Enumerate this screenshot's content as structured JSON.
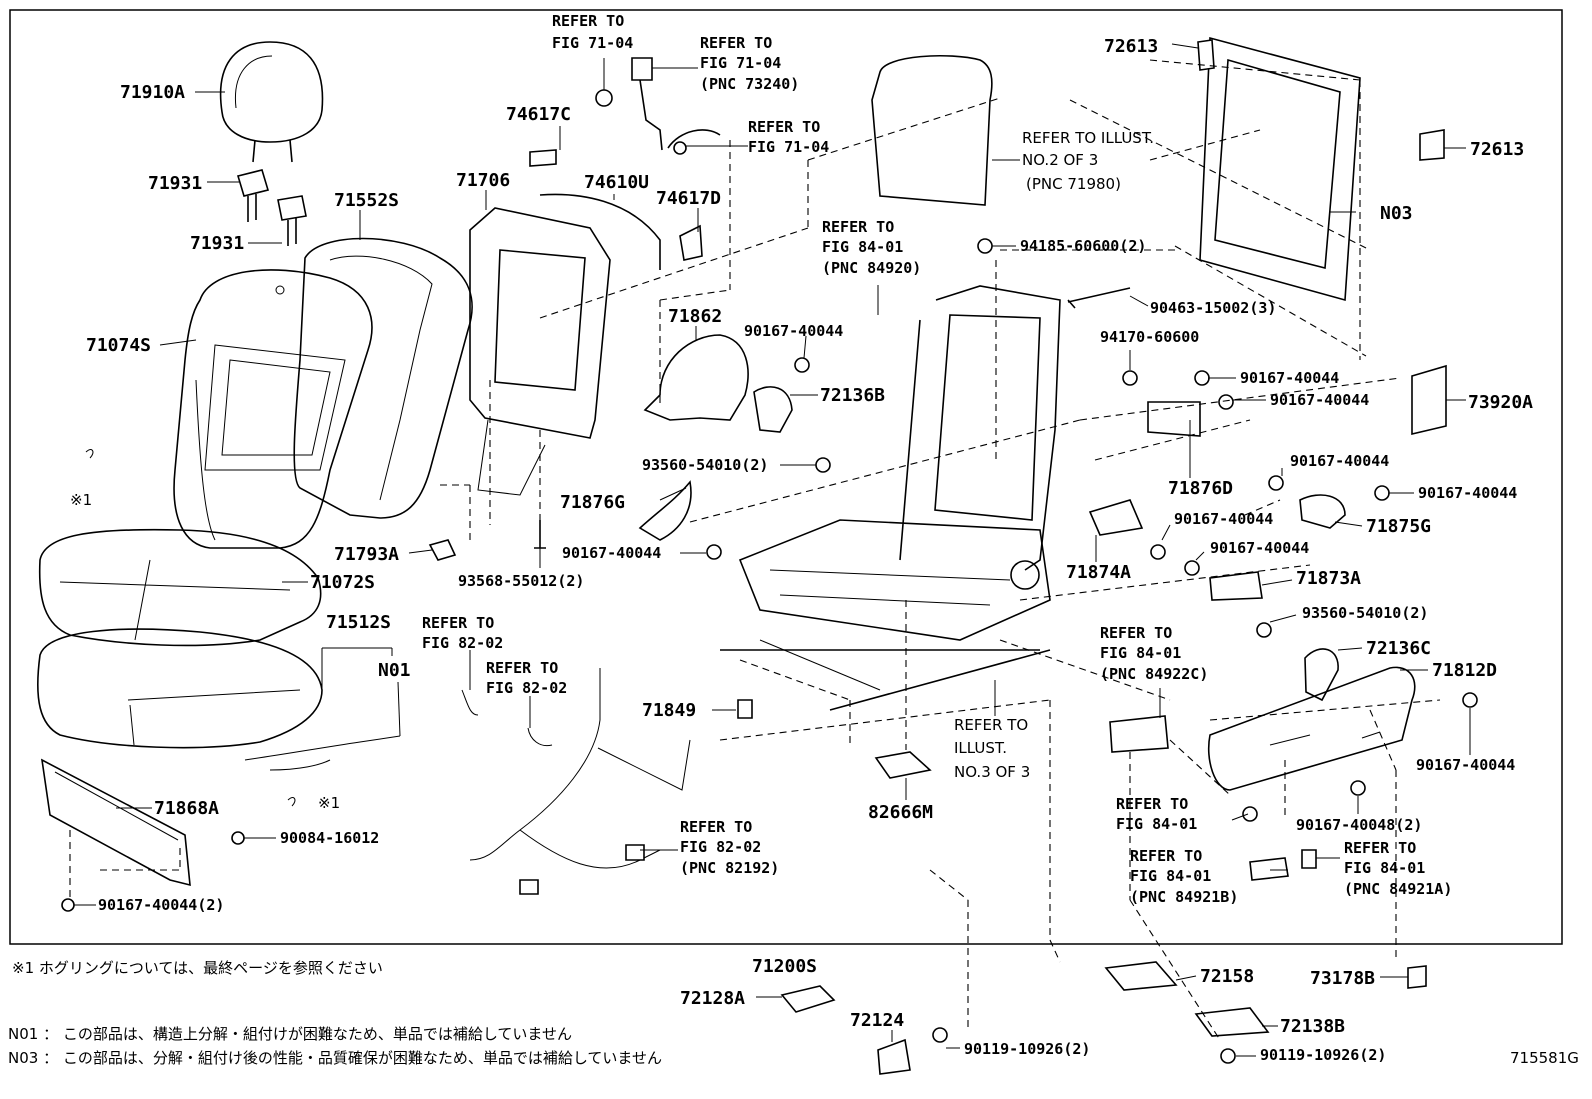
{
  "diagram_id": "715581G",
  "callouts": [
    {
      "name": "71910A",
      "text": "71910A"
    },
    {
      "name": "71931-a",
      "text": "71931"
    },
    {
      "name": "71931-b",
      "text": "71931"
    },
    {
      "name": "71074S",
      "text": "71074S"
    },
    {
      "name": "71552S",
      "text": "71552S"
    },
    {
      "name": "71706",
      "text": "71706"
    },
    {
      "name": "74617C",
      "text": "74617C"
    },
    {
      "name": "74610U",
      "text": "74610U"
    },
    {
      "name": "74617D",
      "text": "74617D"
    },
    {
      "name": "71862",
      "text": "71862"
    },
    {
      "name": "90167-40044-a",
      "text": "90167-40044"
    },
    {
      "name": "72136B",
      "text": "72136B"
    },
    {
      "name": "93560-54010-a",
      "text": "93560-54010(2)"
    },
    {
      "name": "71876G",
      "text": "71876G"
    },
    {
      "name": "90167-40044-b",
      "text": "90167-40044"
    },
    {
      "name": "71793A",
      "text": "71793A"
    },
    {
      "name": "93568-55012",
      "text": "93568-55012(2)"
    },
    {
      "name": "71072S",
      "text": "71072S"
    },
    {
      "name": "71512S",
      "text": "71512S"
    },
    {
      "name": "N01",
      "text": "N01"
    },
    {
      "name": "71868A",
      "text": "71868A"
    },
    {
      "name": "90084-16012",
      "text": "90084-16012"
    },
    {
      "name": "90167-40044-c",
      "text": "90167-40044(2)"
    },
    {
      "name": "71849",
      "text": "71849"
    },
    {
      "name": "82666M",
      "text": "82666M"
    },
    {
      "name": "71200S",
      "text": "71200S"
    },
    {
      "name": "72128A",
      "text": "72128A"
    },
    {
      "name": "72124",
      "text": "72124"
    },
    {
      "name": "90119-10926-a",
      "text": "90119-10926(2)"
    },
    {
      "name": "72613-a",
      "text": "72613"
    },
    {
      "name": "72613-b",
      "text": "72613"
    },
    {
      "name": "N03",
      "text": "N03"
    },
    {
      "name": "94185-60600",
      "text": "94185-60600(2)"
    },
    {
      "name": "90463-15002",
      "text": "90463-15002(3)"
    },
    {
      "name": "94170-60600",
      "text": "94170-60600"
    },
    {
      "name": "90167-40044-d",
      "text": "90167-40044"
    },
    {
      "name": "90167-40044-e",
      "text": "90167-40044"
    },
    {
      "name": "73920A",
      "text": "73920A"
    },
    {
      "name": "71876D",
      "text": "71876D"
    },
    {
      "name": "90167-40044-f",
      "text": "90167-40044"
    },
    {
      "name": "90167-40044-g",
      "text": "90167-40044"
    },
    {
      "name": "71875G",
      "text": "71875G"
    },
    {
      "name": "90167-40044-h",
      "text": "90167-40044"
    },
    {
      "name": "90167-40044-i",
      "text": "90167-40044"
    },
    {
      "name": "71874A",
      "text": "71874A"
    },
    {
      "name": "71873A",
      "text": "71873A"
    },
    {
      "name": "93560-54010-b",
      "text": "93560-54010(2)"
    },
    {
      "name": "72136C",
      "text": "72136C"
    },
    {
      "name": "71812D",
      "text": "71812D"
    },
    {
      "name": "90167-40044-j",
      "text": "90167-40044"
    },
    {
      "name": "90167-40048",
      "text": "90167-40048(2)"
    },
    {
      "name": "72158",
      "text": "72158"
    },
    {
      "name": "73178B",
      "text": "73178B"
    },
    {
      "name": "72138B",
      "text": "72138B"
    },
    {
      "name": "90119-10926-b",
      "text": "90119-10926(2)"
    }
  ],
  "references": {
    "r1": [
      "REFER TO",
      "FIG 71-04"
    ],
    "r2": [
      "REFER TO",
      "FIG 71-04",
      "(PNC 73240)"
    ],
    "r3": [
      "REFER TO",
      "FIG 71-04"
    ],
    "r4": [
      "REFER TO ILLUST.",
      "NO.2 OF 3",
      "(PNC 71980)"
    ],
    "r5": [
      "REFER TO",
      "FIG 84-01",
      "(PNC 84920)"
    ],
    "r6": [
      "REFER TO",
      "FIG 82-02"
    ],
    "r7": [
      "REFER TO",
      "FIG 82-02"
    ],
    "r8": [
      "REFER TO",
      "FIG 82-02",
      "(PNC 82192)"
    ],
    "r9": [
      "REFER TO",
      "ILLUST.",
      "NO.3 OF 3"
    ],
    "r10": [
      "REFER TO",
      "FIG 84-01",
      "(PNC 84922C)"
    ],
    "r11": [
      "REFER TO",
      "FIG 84-01"
    ],
    "r12": [
      "REFER TO",
      "FIG 84-01",
      "(PNC 84921B)"
    ],
    "r13": [
      "REFER TO",
      "FIG 84-01",
      "(PNC 84921A)"
    ]
  },
  "marks": {
    "m1": "※1",
    "m2": "※1"
  },
  "notes": {
    "note1": "※1  ホグリングについては、最終ページを参照ください",
    "n01": "N01 ： この部品は、構造上分解・組付けが困難なため、単品では補給していません",
    "n03": "N03 ： この部品は、分解・組付け後の性能・品質確保が困難なため、単品では補給していません"
  }
}
